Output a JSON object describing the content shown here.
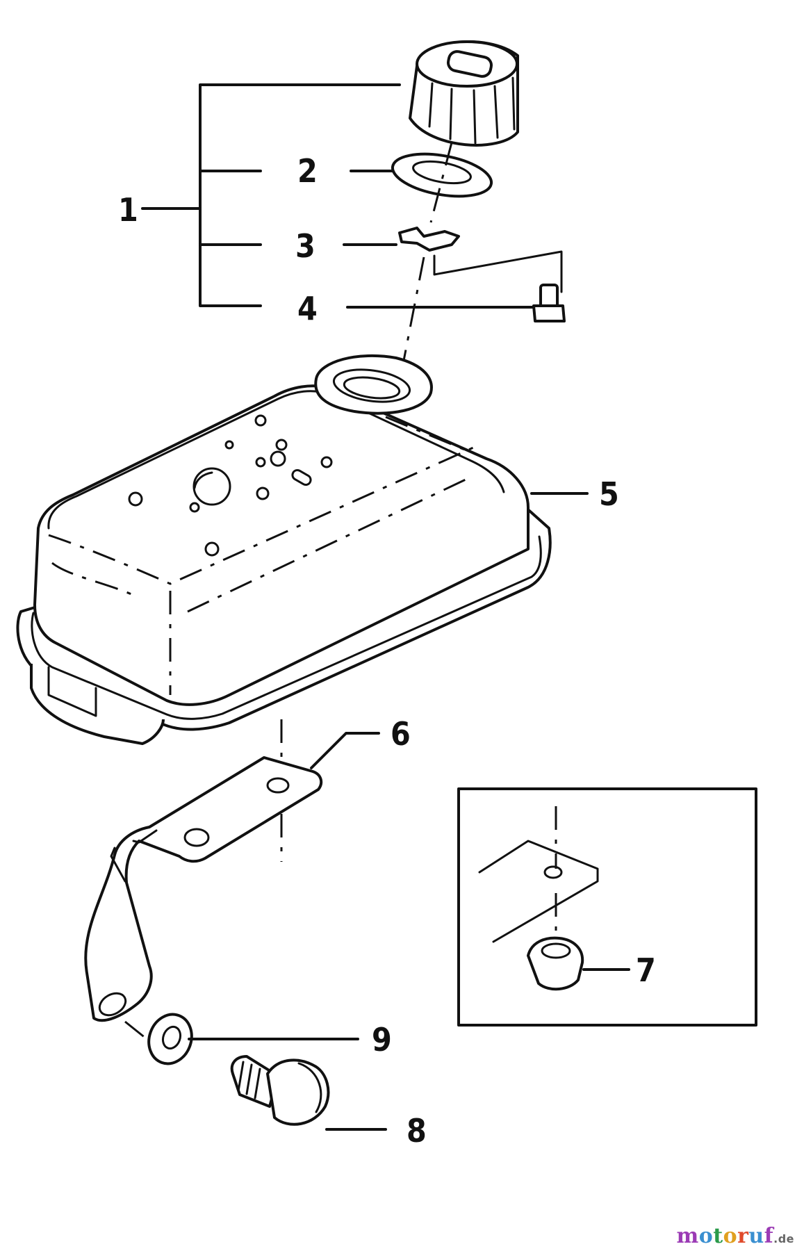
{
  "callouts": {
    "c1": "1",
    "c2": "2",
    "c3": "3",
    "c4": "4",
    "c5": "5",
    "c6": "6",
    "c7": "7",
    "c8": "8",
    "c9": "9"
  },
  "watermark": {
    "text": "motoruf",
    "domain": ".de",
    "letter_colors": [
      "#9b3bb5",
      "#3a8fd0",
      "#2a9a4a",
      "#e0a020",
      "#e04a2a",
      "#3a8fd0",
      "#9b3bb5"
    ]
  },
  "colors": {
    "line": "#111111",
    "background": "#ffffff"
  }
}
